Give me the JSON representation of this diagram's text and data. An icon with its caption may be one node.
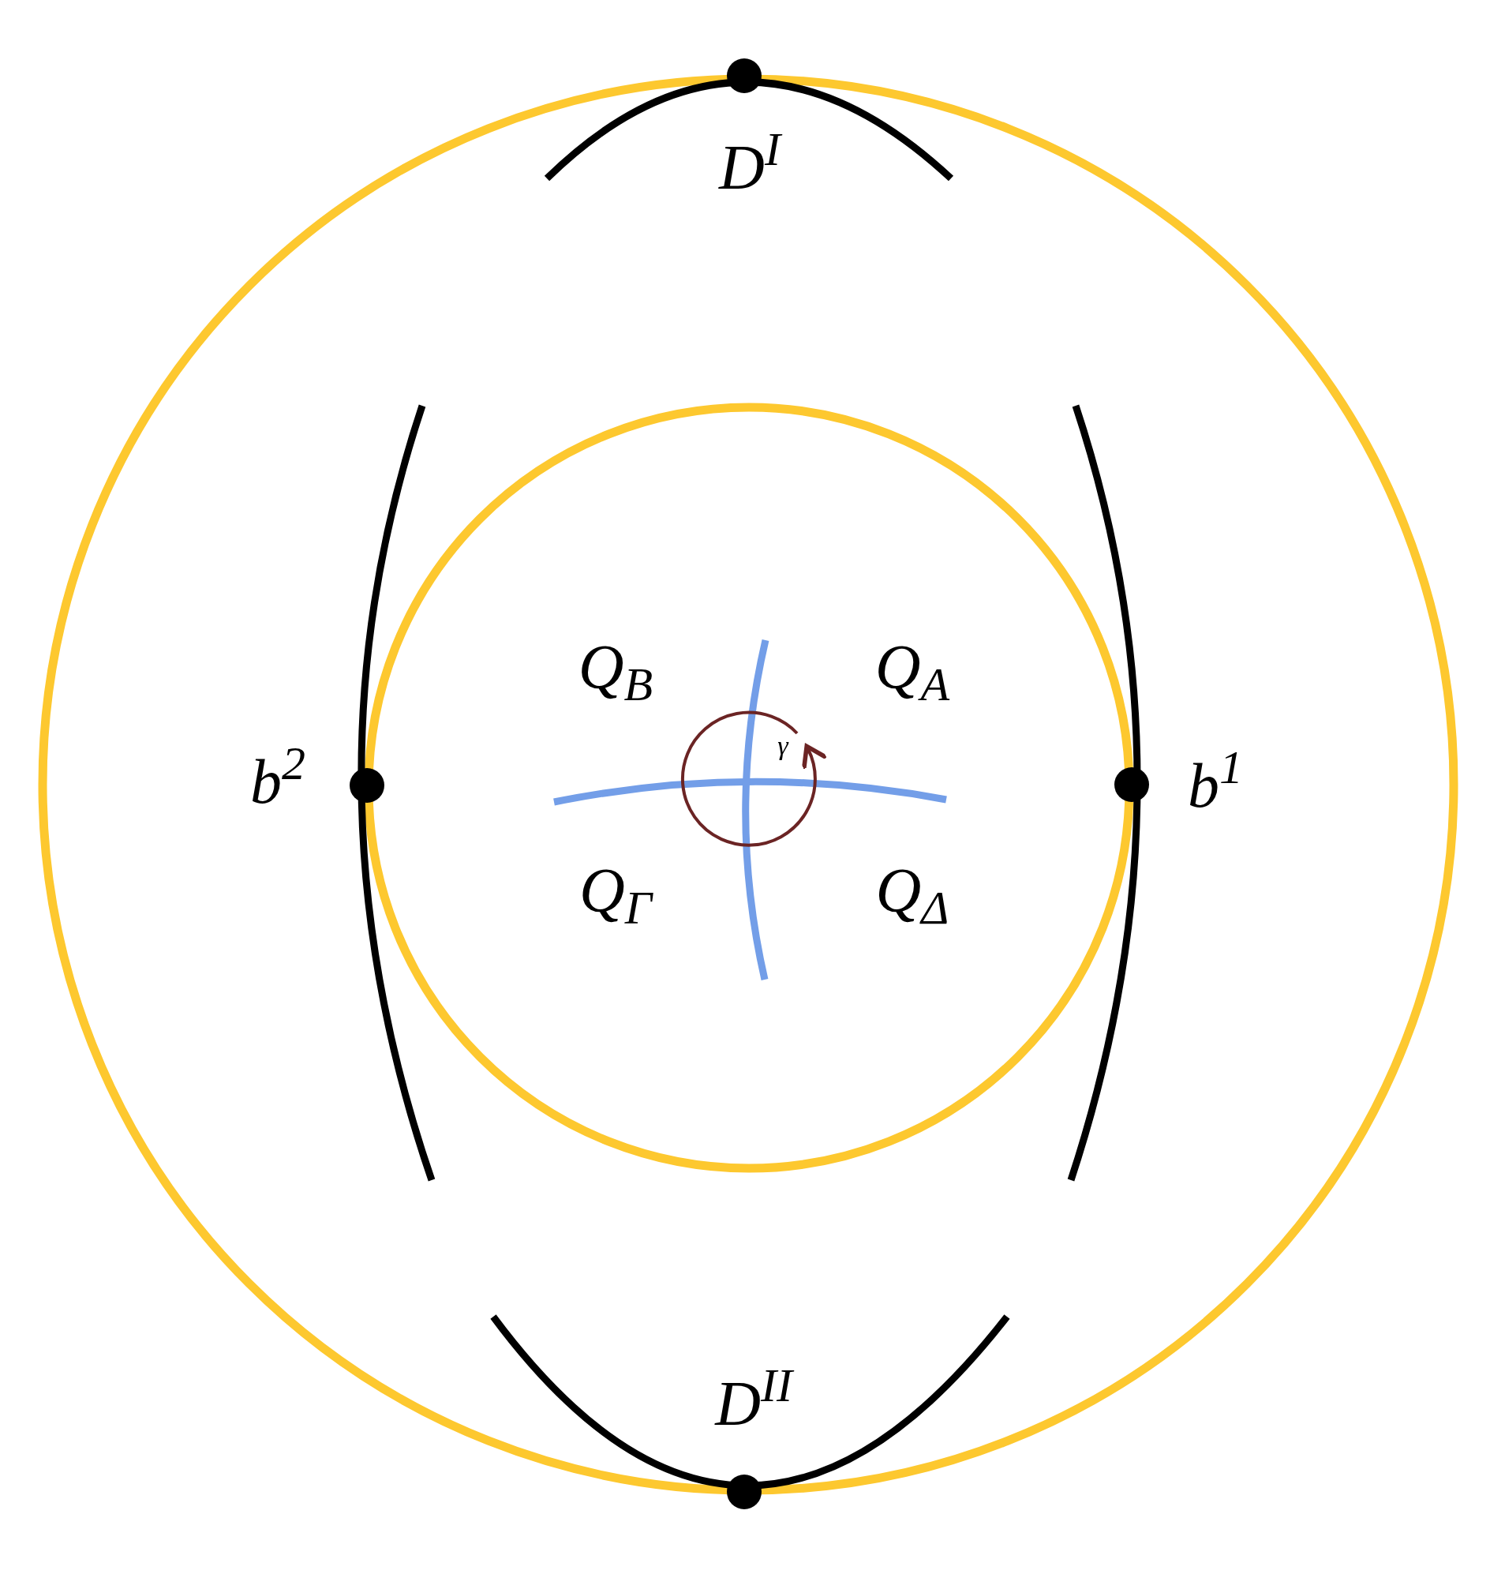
{
  "diagram": {
    "labels": [
      "D$^{I}$",
      "Q$_{B}$",
      "Q$_{A}$",
      "γ",
      "b$^{2}$",
      "b$^{1}$",
      "Q$_{Γ}$",
      "Q$_{Δ}$",
      "D$^{II}$"
    ]
  }
}
